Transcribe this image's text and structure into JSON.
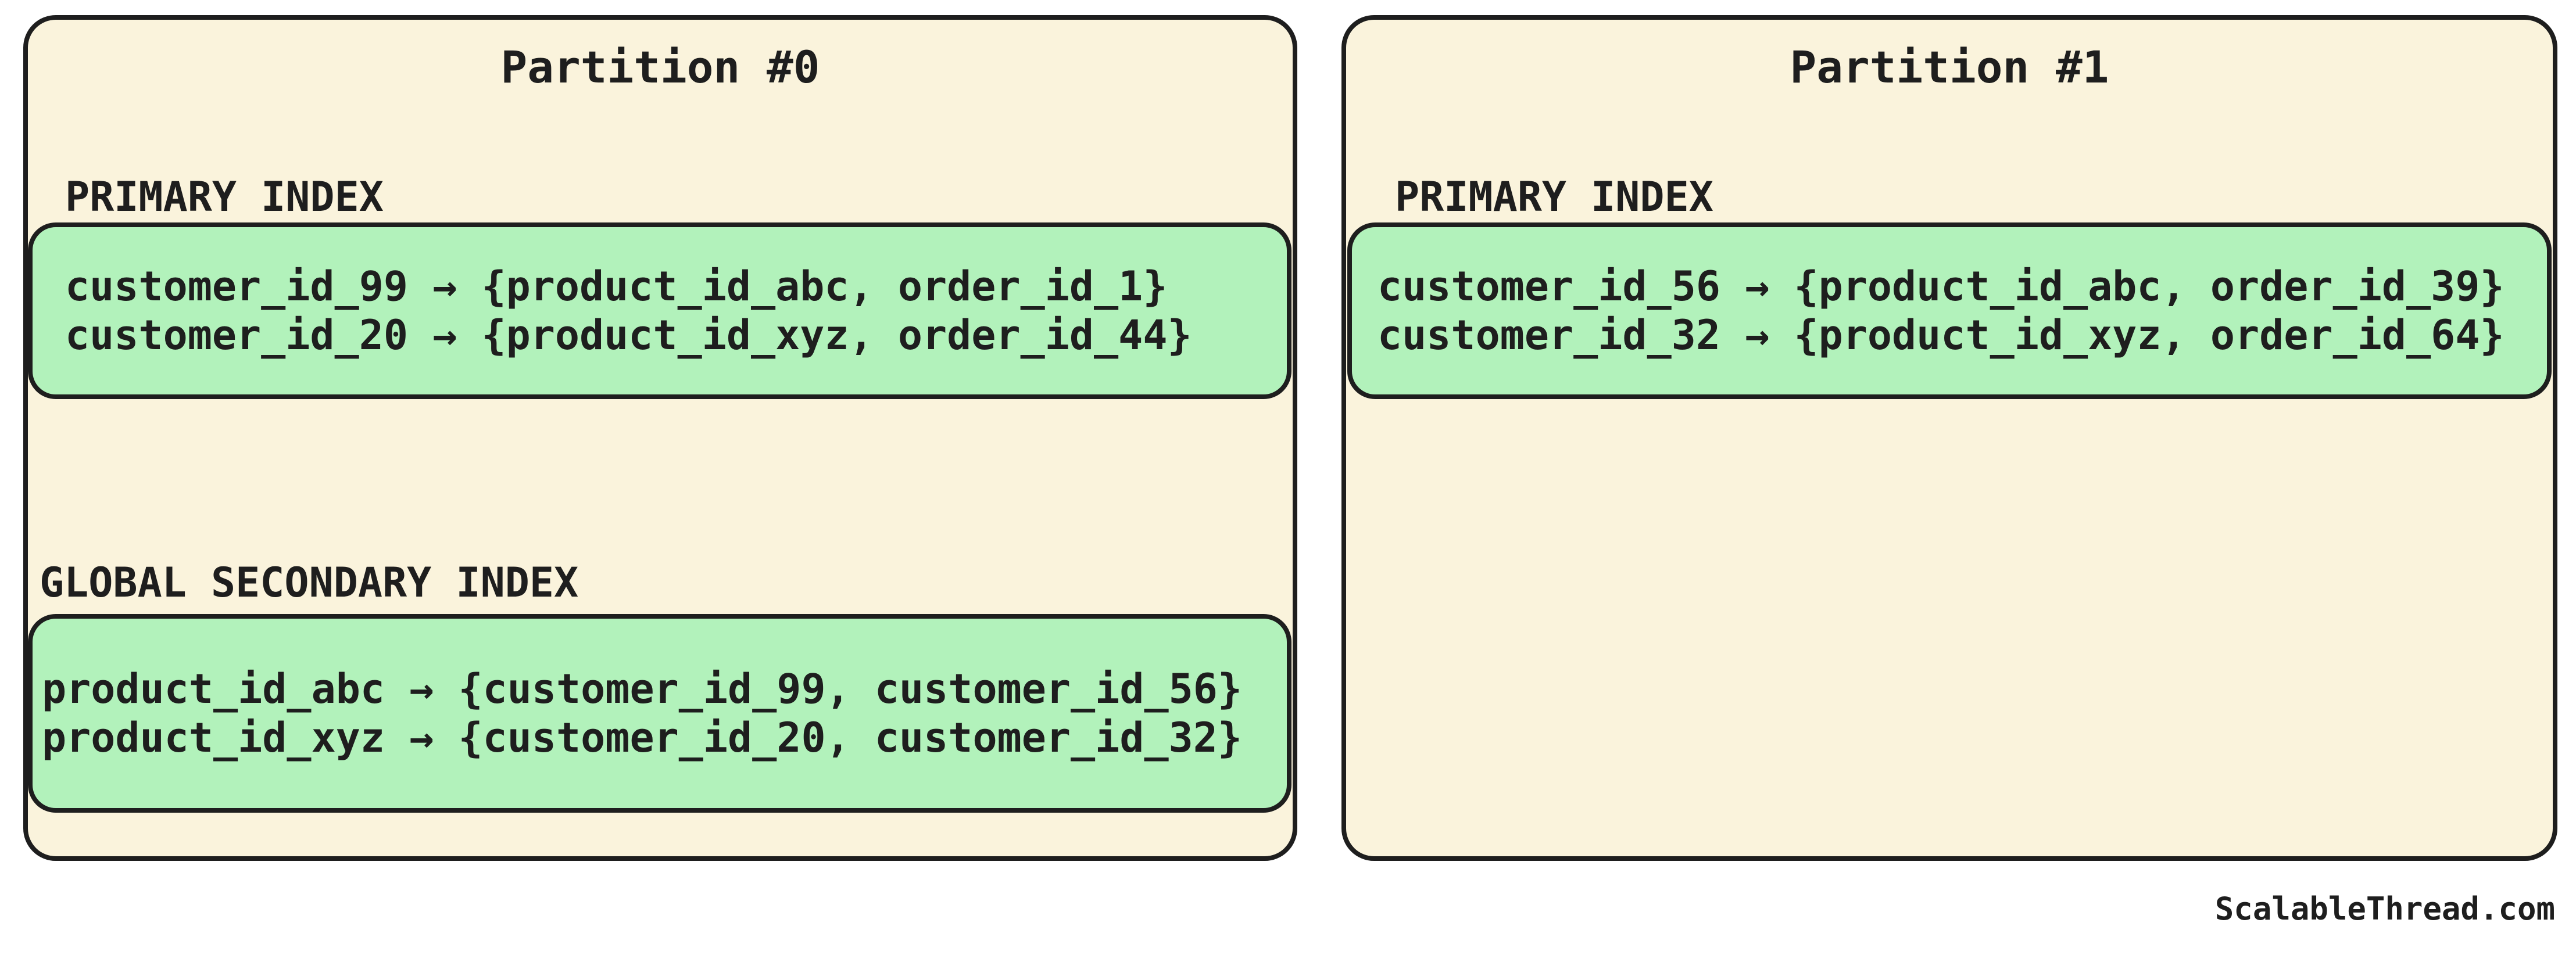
{
  "page": {
    "background": "#FFFFFF",
    "footer": "ScalableThread.com"
  },
  "colors": {
    "partition_fill": "#FAF3DC",
    "index_box_fill": "#B2F2BB",
    "border": "#1E1E1E",
    "text": "#1E1E1E"
  },
  "partitions": [
    {
      "title": "Partition #0",
      "sections": [
        {
          "label": "PRIMARY INDEX",
          "entries": [
            "customer_id_99 → {product_id_abc, order_id_1}",
            "customer_id_20 → {product_id_xyz, order_id_44}"
          ]
        },
        {
          "label": "GLOBAL SECONDARY INDEX",
          "entries": [
            "product_id_abc → {customer_id_99, customer_id_56}",
            "product_id_xyz → {customer_id_20, customer_id_32}"
          ]
        }
      ]
    },
    {
      "title": "Partition #1",
      "sections": [
        {
          "label": "PRIMARY INDEX",
          "entries": [
            "customer_id_56 → {product_id_abc, order_id_39}",
            "customer_id_32 → {product_id_xyz, order_id_64}"
          ]
        }
      ]
    }
  ]
}
